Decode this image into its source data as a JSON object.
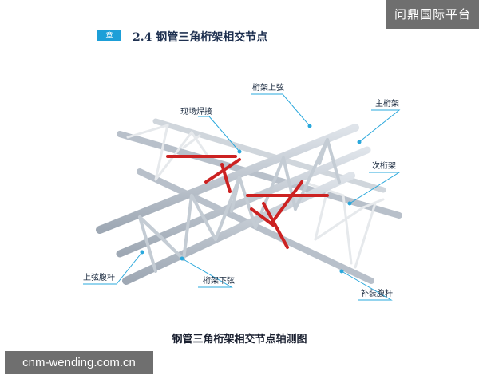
{
  "header": {
    "chapter_badge": "章",
    "section_title": "2.4  钢管三角桁架相交节点"
  },
  "labels": {
    "chord_top": "桁架上弦",
    "site_weld": "现场焊接",
    "main_truss": "主桁架",
    "secondary_truss": "次桁架",
    "upper_web": "上弦腹杆",
    "chord_bottom": "桁架下弦",
    "supplement_web": "补装腹杆"
  },
  "caption": "钢管三角桁架相交节点轴测图",
  "watermarks": {
    "top_right": "问鼎国际平台",
    "bottom_left": "cnm-wending.com.cn"
  },
  "colors": {
    "accent": "#1d9fd8",
    "tube": "#b4bcc6",
    "web": "#e4e8ec",
    "highlight": "#cc2222"
  }
}
